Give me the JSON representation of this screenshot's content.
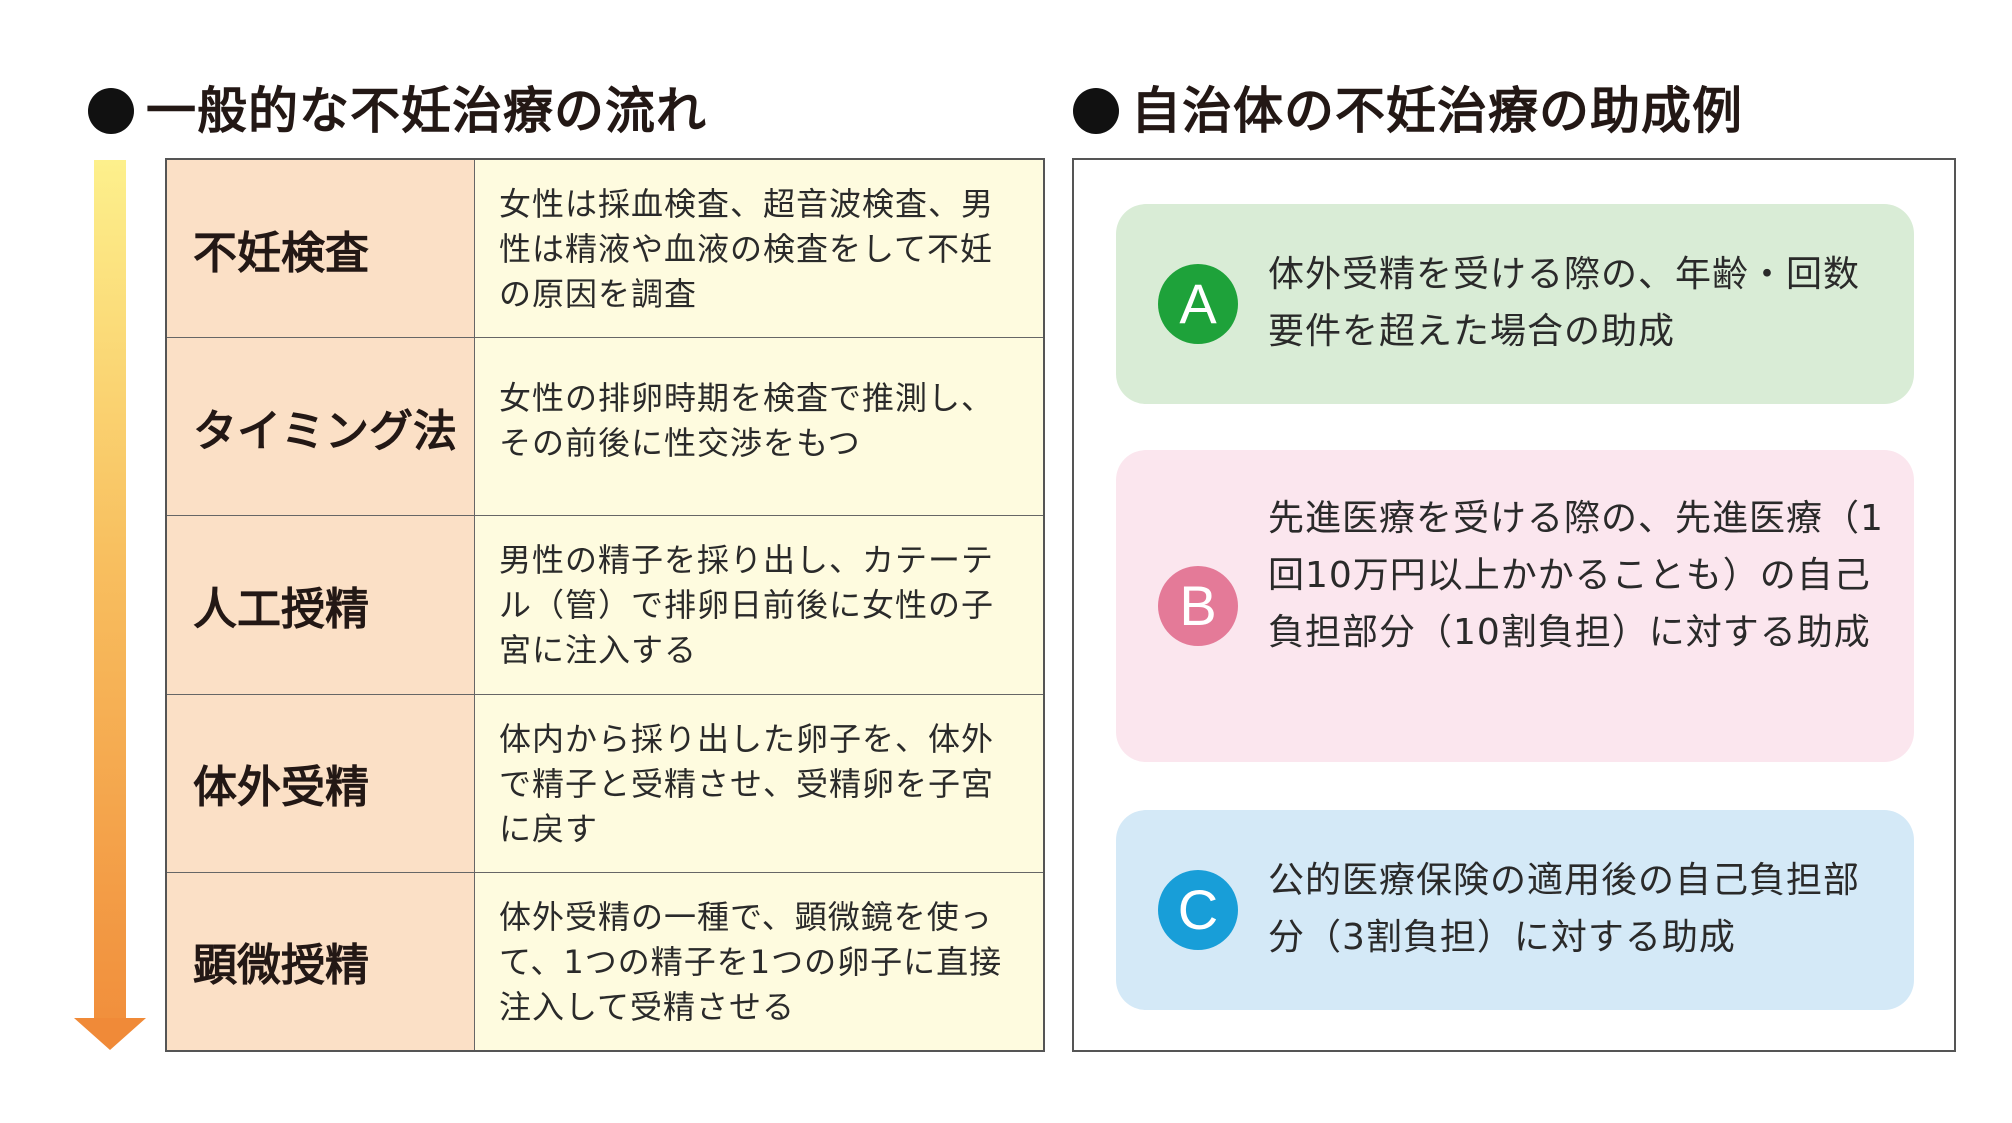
{
  "flow": {
    "title": "一般的な不妊治療の流れ",
    "steps": [
      {
        "name": "不妊検査",
        "description": "女性は採血検査、超音波検査、男性は精液や血液の検査をして不妊の原因を調査"
      },
      {
        "name": "タイミング法",
        "description": "女性の排卵時期を検査で推測し、その前後に性交渉をもつ"
      },
      {
        "name": "人工授精",
        "description": "男性の精子を採り出し、カテーテル（管）で排卵日前後に女性の子宮に注入する"
      },
      {
        "name": "体外受精",
        "description": "体内から採り出した卵子を、体外で精子と受精させ、受精卵を子宮に戻す"
      },
      {
        "name": "顕微授精",
        "description": "体外受精の一種で、顕微鏡を使って、1つの精子を1つの卵子に直接注入して受精させる"
      }
    ]
  },
  "subsidy": {
    "title": "自治体の不妊治療の助成例",
    "items": [
      {
        "badge": "A",
        "text": "体外受精を受ける際の、年齢・回数要件を超えた場合の助成"
      },
      {
        "badge": "B",
        "text": "先進医療を受ける際の、先進医療（1回10万円以上かかることも）の自己負担部分（10割負担）に対する助成"
      },
      {
        "badge": "C",
        "text": "公的医療保険の適用後の自己負担部分（3割負担）に対する助成"
      }
    ]
  },
  "colors": {
    "step_cell": "#fbe0c6",
    "desc_cell": "#fefbdf",
    "arrow_top": "#fdf08c",
    "arrow_bottom": "#f18f3c",
    "badge_a": "#1ea23a",
    "badge_b": "#e47a98",
    "badge_c": "#189ed8",
    "card_a": "#d9ecd6",
    "card_b": "#fbe6ee",
    "card_c": "#d4e9f7"
  }
}
